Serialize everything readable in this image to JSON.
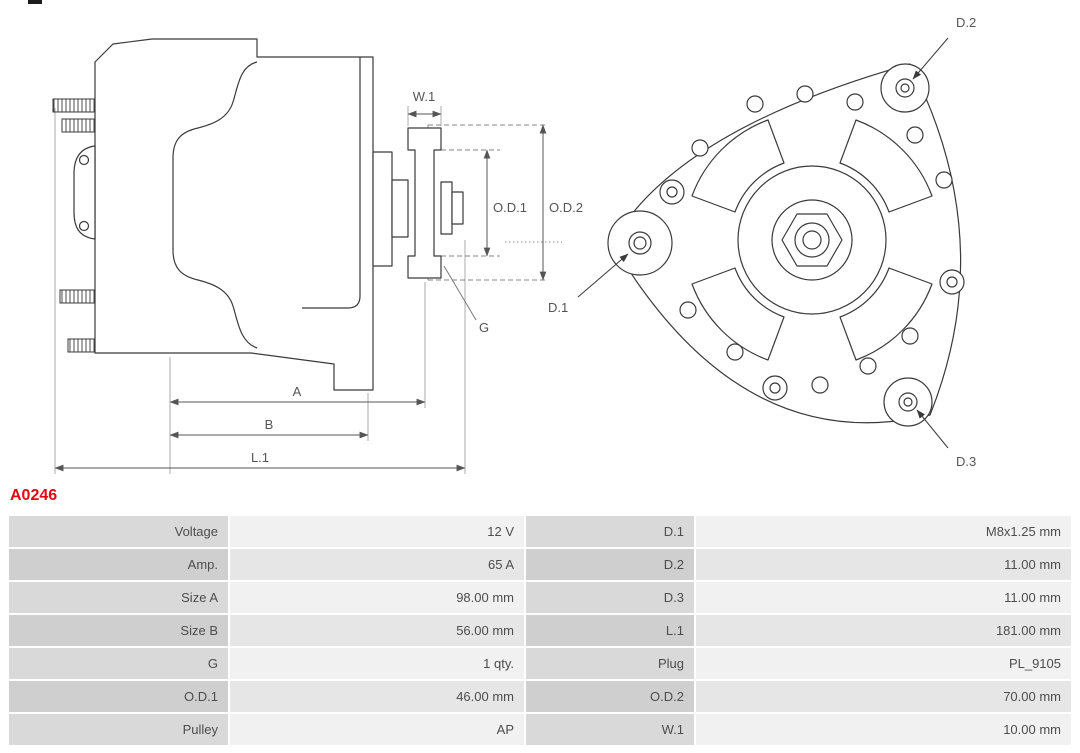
{
  "part_number": "A0246",
  "colors": {
    "accent_red": "#e30613",
    "table_label_bg": "#d9d9d9",
    "table_value_bg": "#f1f1f1",
    "drawing_line": "#3a3a3a"
  },
  "diagram": {
    "side_view_labels": {
      "w1": "W.1",
      "od1": "O.D.1",
      "od2": "O.D.2",
      "a": "A",
      "b": "B",
      "l1": "L.1",
      "g": "G"
    },
    "rear_view_labels": {
      "d1": "D.1",
      "d2": "D.2",
      "d3": "D.3"
    }
  },
  "spec_table": {
    "rows": [
      {
        "label_left": "Voltage",
        "value_left": "12 V",
        "label_right": "D.1",
        "value_right": "M8x1.25 mm"
      },
      {
        "label_left": "Amp.",
        "value_left": "65 A",
        "label_right": "D.2",
        "value_right": "11.00 mm"
      },
      {
        "label_left": "Size A",
        "value_left": "98.00 mm",
        "label_right": "D.3",
        "value_right": "11.00 mm"
      },
      {
        "label_left": "Size B",
        "value_left": "56.00 mm",
        "label_right": "L.1",
        "value_right": "181.00 mm"
      },
      {
        "label_left": "G",
        "value_left": "1 qty.",
        "label_right": "Plug",
        "value_right": "PL_9105"
      },
      {
        "label_left": "O.D.1",
        "value_left": "46.00 mm",
        "label_right": "O.D.2",
        "value_right": "70.00 mm"
      },
      {
        "label_left": "Pulley",
        "value_left": "AP",
        "label_right": "W.1",
        "value_right": "10.00 mm"
      }
    ]
  }
}
